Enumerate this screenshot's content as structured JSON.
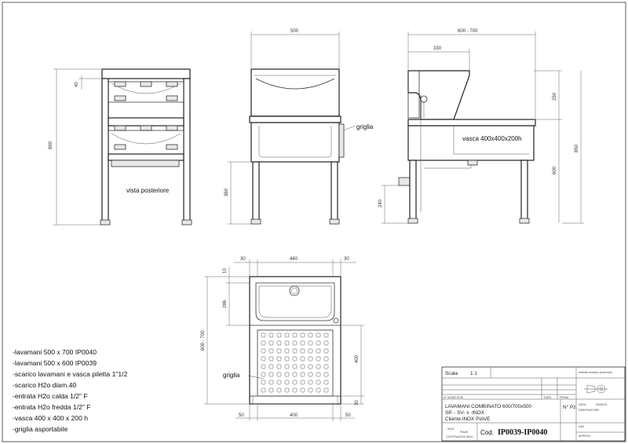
{
  "views": {
    "rear": {
      "label": "vista posteriore",
      "dim_total_height": "890",
      "dim_top": "40"
    },
    "front": {
      "dim_width": "500",
      "dim_leg": "360",
      "griglia": "griglia"
    },
    "side": {
      "dim_width": "600 - 700",
      "dim_top": "330",
      "dim_basin": "250",
      "dim_total": "850",
      "dim_600": "600",
      "dim_240": "240",
      "vasca": "vasca 400x400x200h"
    },
    "plan": {
      "dim_30_left": "30",
      "dim_440": "440",
      "dim_30_right": "30",
      "dim_10": "10",
      "dim_286": "286",
      "dim_depth": "600 - 700",
      "dim_400_side": "400",
      "dim_30_side": "30",
      "dim_50_left": "50",
      "dim_400_bottom": "400",
      "dim_50_right": "50",
      "griglia": "griglia"
    }
  },
  "notes": [
    "-lavamani 500 x 700 IP0040",
    "-lavamani 500 x 600 IP0039",
    "-scarico lavamani e vasca piletta 1\"1/2",
    "-scarico H2o diam.40",
    "-entrata H2o calda 1/2\" F",
    "-entrata H2o fredda 1/2\" F",
    "-vasca 400 x 400 x 200 h",
    "-griglia asportabile"
  ],
  "title_block": {
    "scala_label": "Scala",
    "scala_value": "1:1",
    "col_modifiche": "N° MODIFICHE",
    "col_data": "DATA",
    "col_firma": "FIRMA",
    "desc_line1": "LAVAMANI  COMBINATO  600/700x500",
    "desc_line2": "SP.      -  SV-        x       -INOX",
    "cliente": "Cliente:INOX  PIAVE",
    "company_1": "INOX",
    "company_2": "PIAVE",
    "company_sub": "COSTRUZIONI INOX",
    "npz": "N° Pz.",
    "data_label": "DATA:",
    "data_value": "20/06/15",
    "disegnatore": "DISEGNATORE:",
    "code_label": "Cod.",
    "code_value": "IP0039-IP0040",
    "dim_label": "DIM.",
    "approv_label": "APPROV.",
    "top_note": "metodo europeo   proiezioni"
  }
}
